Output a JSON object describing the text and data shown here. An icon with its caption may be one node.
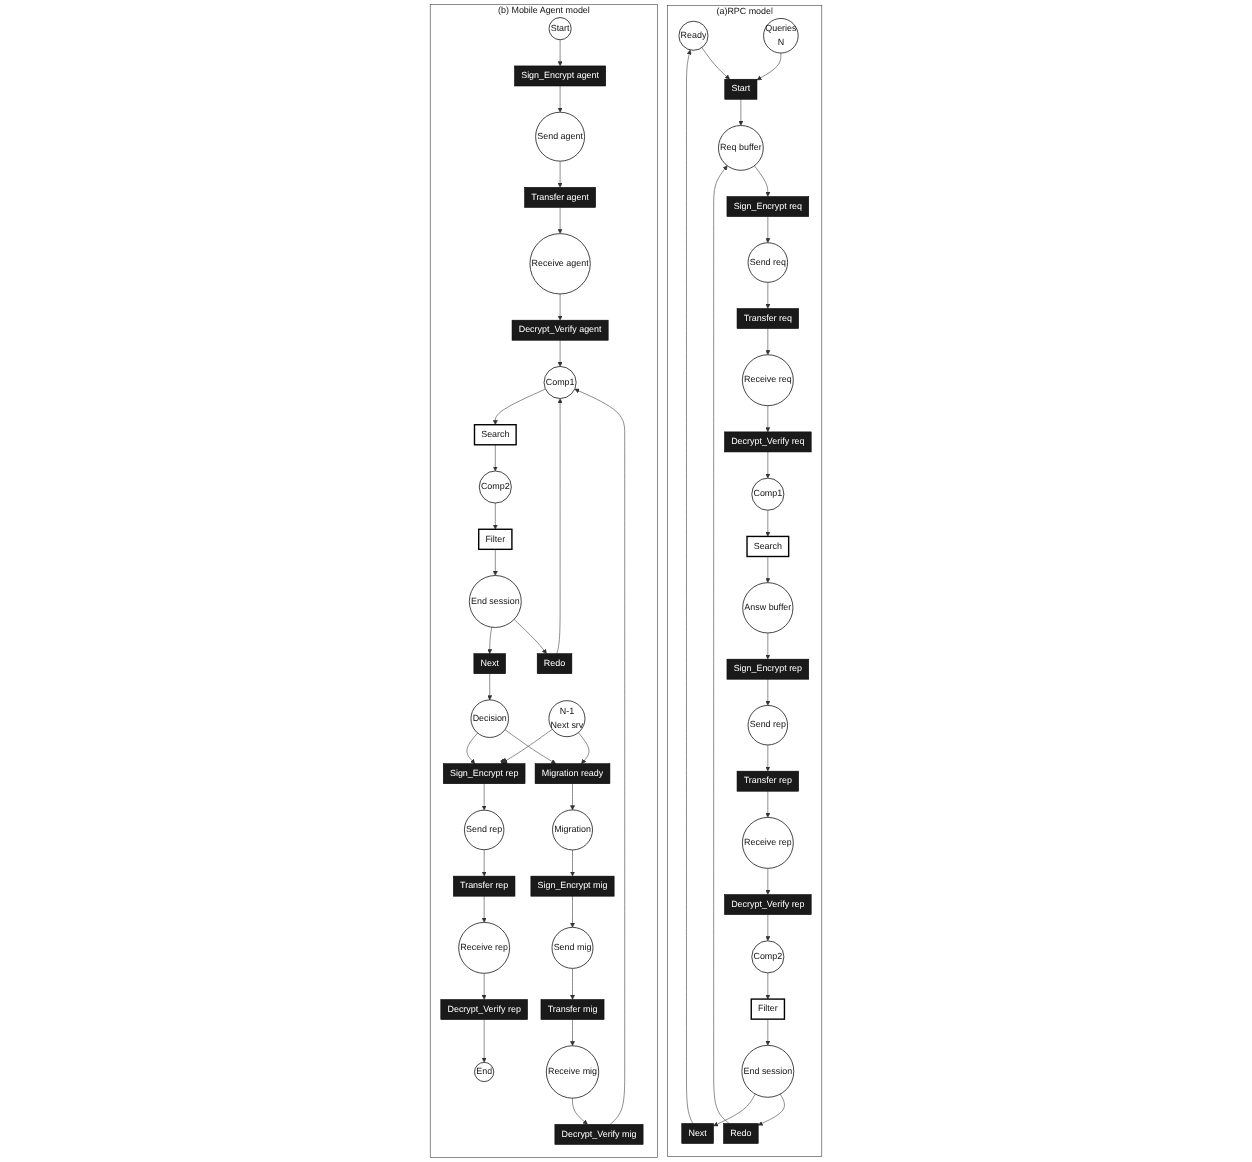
{
  "diagram": {
    "nodes": [
      {
        "text": [
          "(a)RPC model"
        ]
      },
      {
        "text": [
          "Ready"
        ],
        "in": 0
      },
      {
        "text": [
          "Next"
        ],
        "in": 0
      },
      {
        "text": [
          "Queries",
          "N"
        ],
        "in": 0
      },
      {
        "text": [
          "End session"
        ],
        "in": 0
      },
      {
        "text": [
          "Start"
        ],
        "in": 0
      },
      {
        "text": [
          "Redo"
        ],
        "in": 0
      },
      {
        "text": [
          "Filter"
        ],
        "in": 0
      },
      {
        "text": [
          "Req buffer"
        ],
        "in": 0
      },
      {
        "text": [
          "Comp2"
        ],
        "in": 0
      },
      {
        "text": [
          "Sign_Encrypt req"
        ],
        "in": 0
      },
      {
        "text": [
          "Decrypt_Verify rep"
        ],
        "in": 0
      },
      {
        "text": [
          "Send req"
        ],
        "in": 0
      },
      {
        "text": [
          "Receive rep"
        ],
        "in": 0
      },
      {
        "text": [
          "Transfer req"
        ],
        "in": 0
      },
      {
        "text": [
          "Transfer rep"
        ],
        "in": 0
      },
      {
        "text": [
          "Receive req"
        ],
        "in": 0
      },
      {
        "text": [
          "Send rep"
        ],
        "in": 0
      },
      {
        "text": [
          "Decrypt_Verify req"
        ],
        "in": 0
      },
      {
        "text": [
          "Sign_Encrypt rep"
        ],
        "in": 0
      },
      {
        "text": [
          "Comp1"
        ],
        "in": 0
      },
      {
        "text": [
          "Search"
        ],
        "in": 0
      },
      {
        "text": [
          "Answ buffer"
        ],
        "in": 0
      },
      {
        "text": [
          "(b) Mobile Agent model"
        ]
      },
      {
        "text": [
          "End"
        ],
        "in": 23
      },
      {
        "text": [
          "Decrypt_Verify rep"
        ],
        "in": 23
      },
      {
        "text": [
          "Receive rep"
        ],
        "in": 23
      },
      {
        "text": [
          "Start"
        ],
        "in": 23
      },
      {
        "text": [
          "Transfer rep"
        ],
        "in": 23
      },
      {
        "text": [
          "Sign_Encrypt agent"
        ],
        "in": 23
      },
      {
        "text": [
          "Send agent"
        ],
        "in": 23
      },
      {
        "text": [
          "Send rep"
        ],
        "in": 23
      },
      {
        "text": [
          "Transfer agent"
        ],
        "in": 23
      },
      {
        "text": [
          "Sign_Encrypt rep"
        ],
        "in": 23
      },
      {
        "text": [
          "Receive agent"
        ],
        "in": 23
      },
      {
        "text": [
          "Decision"
        ],
        "in": 23
      },
      {
        "text": [
          "Decrypt_Verify agent"
        ],
        "in": 23
      },
      {
        "text": [
          "Next"
        ],
        "in": 23
      },
      {
        "text": [
          "Comp1"
        ],
        "in": 23
      },
      {
        "text": [
          "Search"
        ],
        "in": 23
      },
      {
        "text": [
          "Comp2"
        ],
        "in": 23
      },
      {
        "text": [
          "Filter"
        ],
        "in": 23
      },
      {
        "text": [
          "End session"
        ],
        "in": 23
      },
      {
        "text": [
          "Redo"
        ],
        "in": 23
      },
      {
        "text": [
          "Decrypt_Verify mig"
        ],
        "in": 23
      },
      {
        "text": [
          "Receive mig"
        ],
        "in": 23
      },
      {
        "text": [
          "Transfer mig"
        ],
        "in": 23
      },
      {
        "text": [
          "Send mig"
        ],
        "in": 23
      },
      {
        "text": [
          "Sign_Encrypt mig"
        ],
        "in": 23
      },
      {
        "text": [
          "Migration"
        ],
        "in": 23
      },
      {
        "text": [
          "Migration ready"
        ],
        "in": 23
      },
      {
        "text": [
          "N-1",
          "Next srv"
        ],
        "in": 23
      }
    ],
    "edges": [
      {
        "from": 1,
        "to": 5,
        "arrow": "to"
      },
      {
        "from": 3,
        "to": 5,
        "arrow": "to"
      },
      {
        "from": 5,
        "to": 8,
        "arrow": "to"
      },
      {
        "from": 4,
        "to": 6,
        "arrow": "to"
      },
      {
        "from": 6,
        "to": 8,
        "arrow": "to"
      },
      {
        "from": 8,
        "to": 10,
        "arrow": "to"
      },
      {
        "from": 10,
        "to": 12,
        "arrow": "to"
      },
      {
        "from": 12,
        "to": 14,
        "arrow": "to"
      },
      {
        "from": 14,
        "to": 16,
        "arrow": "to"
      },
      {
        "from": 16,
        "to": 18,
        "arrow": "to"
      },
      {
        "from": 18,
        "to": 20,
        "arrow": "to"
      },
      {
        "from": 20,
        "to": 21,
        "arrow": "to"
      },
      {
        "from": 21,
        "to": 22,
        "arrow": "to"
      },
      {
        "from": 22,
        "to": 19,
        "arrow": "to"
      },
      {
        "from": 19,
        "to": 17,
        "arrow": "to"
      },
      {
        "from": 17,
        "to": 15,
        "arrow": "to"
      },
      {
        "from": 15,
        "to": 13,
        "arrow": "to"
      },
      {
        "from": 13,
        "to": 11,
        "arrow": "to"
      },
      {
        "from": 11,
        "to": 9,
        "arrow": "to"
      },
      {
        "from": 9,
        "to": 7,
        "arrow": "to"
      },
      {
        "from": 7,
        "to": 4,
        "arrow": "to"
      },
      {
        "from": 4,
        "to": 2,
        "arrow": "to"
      },
      {
        "from": 2,
        "to": 1,
        "arrow": "to"
      },
      {
        "from": 27,
        "to": 29,
        "arrow": "to"
      },
      {
        "from": 29,
        "to": 30,
        "arrow": "to"
      },
      {
        "from": 30,
        "to": 32,
        "arrow": "to"
      },
      {
        "from": 32,
        "to": 34,
        "arrow": "to"
      },
      {
        "from": 34,
        "to": 36,
        "arrow": "to"
      },
      {
        "from": 36,
        "to": 38,
        "arrow": "to"
      },
      {
        "from": 38,
        "to": 39,
        "arrow": "to"
      },
      {
        "from": 39,
        "to": 40,
        "arrow": "to"
      },
      {
        "from": 40,
        "to": 41,
        "arrow": "to"
      },
      {
        "from": 41,
        "to": 42,
        "arrow": "to"
      },
      {
        "from": 42,
        "to": 37,
        "arrow": "to"
      },
      {
        "from": 37,
        "to": 35,
        "arrow": "to"
      },
      {
        "from": 35,
        "to": 33,
        "arrow": "to"
      },
      {
        "from": 33,
        "to": 31,
        "arrow": "to"
      },
      {
        "from": 31,
        "to": 28,
        "arrow": "to"
      },
      {
        "from": 28,
        "to": 26,
        "arrow": "to"
      },
      {
        "from": 26,
        "to": 25,
        "arrow": "to"
      },
      {
        "from": 25,
        "to": 24,
        "arrow": "to"
      },
      {
        "from": 42,
        "to": 43,
        "arrow": "to"
      },
      {
        "from": 43,
        "to": 38,
        "arrow": "to"
      },
      {
        "from": 35,
        "to": 50,
        "arrow": "to"
      },
      {
        "from": 51,
        "to": 50,
        "arrow": "to"
      },
      {
        "from": 51,
        "to": 33,
        "arrow": "other"
      },
      {
        "from": 50,
        "to": 49,
        "arrow": "to"
      },
      {
        "from": 49,
        "to": 48,
        "arrow": "to"
      },
      {
        "from": 48,
        "to": 47,
        "arrow": "to"
      },
      {
        "from": 47,
        "to": 46,
        "arrow": "to"
      },
      {
        "from": 46,
        "to": 45,
        "arrow": "to"
      },
      {
        "from": 45,
        "to": 44,
        "arrow": "to"
      },
      {
        "from": 44,
        "to": 38,
        "arrow": "to"
      }
    ]
  }
}
